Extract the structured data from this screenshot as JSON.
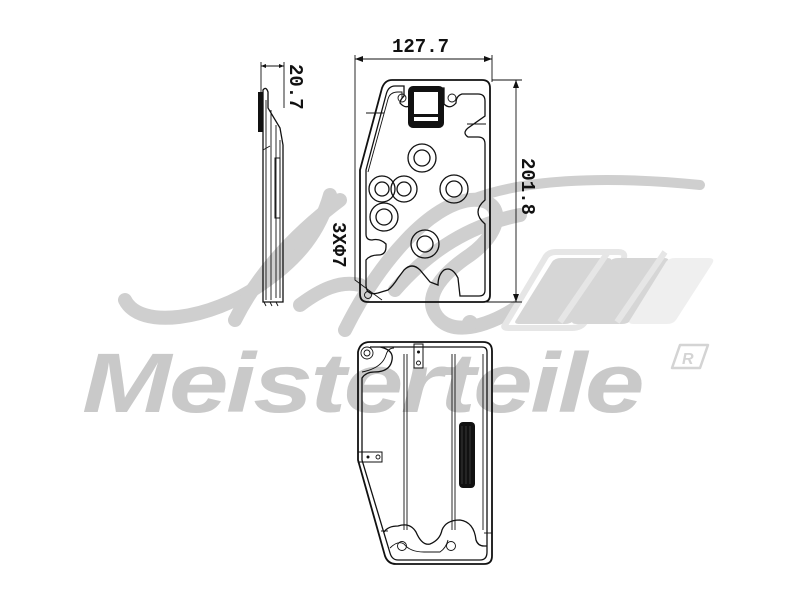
{
  "drawing": {
    "subject": "transmission oil filter technical drawing",
    "views": [
      "side-view",
      "top-view",
      "bottom-view"
    ],
    "dimensions": {
      "width": "127.7",
      "height": "201.8",
      "thickness": "20.7",
      "holes": "3XΦ7"
    }
  },
  "watermark": {
    "brand": "Meisterteile",
    "monogram": "A.Z.",
    "registered_mark": "R"
  },
  "colors": {
    "line": "#111111",
    "watermark": "#c9c9c9",
    "watermark_light": "#ececec",
    "background": "#ffffff"
  }
}
